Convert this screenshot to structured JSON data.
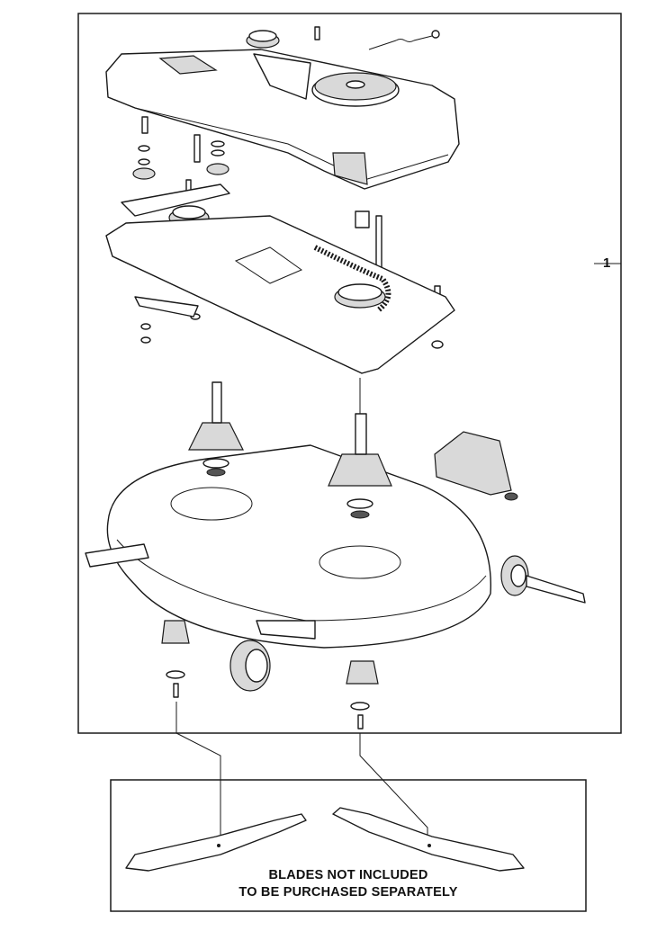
{
  "diagram": {
    "callouts": [
      {
        "label": "1"
      }
    ],
    "note": {
      "line1": "BLADES NOT INCLUDED",
      "line2": "TO BE PURCHASED SEPARATELY"
    }
  }
}
